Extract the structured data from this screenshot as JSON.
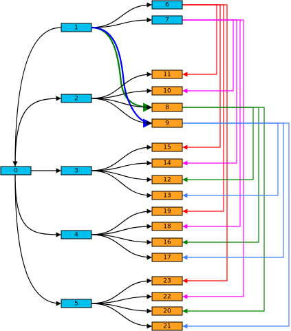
{
  "colors": {
    "background": "#ffffff",
    "node_blue": "#00c0f0",
    "node_orange": "#ffa020",
    "node_border": "#000000",
    "edge_black": "#000000",
    "edge_red": "#ff0000",
    "edge_magenta": "#ff00ff",
    "edge_green": "#008000",
    "edge_blue": "#0000ff",
    "edge_lightblue": "#4080ff"
  },
  "nodes": [
    {
      "id": "0",
      "label": "0",
      "fill": "#00c0f0"
    },
    {
      "id": "1",
      "label": "1",
      "fill": "#00c0f0"
    },
    {
      "id": "2",
      "label": "2",
      "fill": "#00c0f0"
    },
    {
      "id": "3",
      "label": "3",
      "fill": "#00c0f0"
    },
    {
      "id": "4",
      "label": "4",
      "fill": "#00c0f0"
    },
    {
      "id": "5",
      "label": "5",
      "fill": "#00c0f0"
    },
    {
      "id": "6",
      "label": "6",
      "fill": "#00c0f0"
    },
    {
      "id": "7",
      "label": "7",
      "fill": "#00c0f0"
    },
    {
      "id": "8",
      "label": "8",
      "fill": "#ffa020"
    },
    {
      "id": "9",
      "label": "9",
      "fill": "#ffa020"
    },
    {
      "id": "10",
      "label": "10",
      "fill": "#ffa020"
    },
    {
      "id": "11",
      "label": "11",
      "fill": "#ffa020"
    },
    {
      "id": "12",
      "label": "12",
      "fill": "#ffa020"
    },
    {
      "id": "13",
      "label": "13",
      "fill": "#ffa020"
    },
    {
      "id": "14",
      "label": "14",
      "fill": "#ffa020"
    },
    {
      "id": "15",
      "label": "15",
      "fill": "#ffa020"
    },
    {
      "id": "16",
      "label": "16",
      "fill": "#ffa020"
    },
    {
      "id": "17",
      "label": "17",
      "fill": "#ffa020"
    },
    {
      "id": "18",
      "label": "18",
      "fill": "#ffa020"
    },
    {
      "id": "19",
      "label": "19",
      "fill": "#ffa020"
    },
    {
      "id": "20",
      "label": "20",
      "fill": "#ffa020"
    },
    {
      "id": "21",
      "label": "21",
      "fill": "#ffa020"
    },
    {
      "id": "22",
      "label": "22",
      "fill": "#ffa020"
    },
    {
      "id": "23",
      "label": "23",
      "fill": "#ffa020"
    }
  ],
  "edges": [
    {
      "from": "1",
      "to": "0",
      "color": "#000000"
    },
    {
      "from": "0",
      "to": "2",
      "color": "#000000"
    },
    {
      "from": "0",
      "to": "3",
      "color": "#000000"
    },
    {
      "from": "0",
      "to": "4",
      "color": "#000000"
    },
    {
      "from": "0",
      "to": "5",
      "color": "#000000"
    },
    {
      "from": "1",
      "to": "6",
      "color": "#000000"
    },
    {
      "from": "1",
      "to": "7",
      "color": "#000000"
    },
    {
      "from": "1",
      "to": "8",
      "color": "#008000"
    },
    {
      "from": "1",
      "to": "9",
      "color": "#0000ff"
    },
    {
      "from": "2",
      "to": "11",
      "color": "#000000"
    },
    {
      "from": "2",
      "to": "10",
      "color": "#000000"
    },
    {
      "from": "2",
      "to": "8",
      "color": "#000000"
    },
    {
      "from": "2",
      "to": "9",
      "color": "#000000"
    },
    {
      "from": "3",
      "to": "15",
      "color": "#000000"
    },
    {
      "from": "3",
      "to": "14",
      "color": "#000000"
    },
    {
      "from": "3",
      "to": "12",
      "color": "#000000"
    },
    {
      "from": "3",
      "to": "13",
      "color": "#000000"
    },
    {
      "from": "4",
      "to": "19",
      "color": "#000000"
    },
    {
      "from": "4",
      "to": "18",
      "color": "#000000"
    },
    {
      "from": "4",
      "to": "16",
      "color": "#000000"
    },
    {
      "from": "4",
      "to": "17",
      "color": "#000000"
    },
    {
      "from": "5",
      "to": "23",
      "color": "#000000"
    },
    {
      "from": "5",
      "to": "22",
      "color": "#000000"
    },
    {
      "from": "5",
      "to": "20",
      "color": "#000000"
    },
    {
      "from": "5",
      "to": "21",
      "color": "#000000"
    },
    {
      "from": "6",
      "to": "11",
      "color": "#ff0000"
    },
    {
      "from": "6",
      "to": "15",
      "color": "#ff0000"
    },
    {
      "from": "6",
      "to": "19",
      "color": "#ff0000"
    },
    {
      "from": "6",
      "to": "23",
      "color": "#ff0000"
    },
    {
      "from": "7",
      "to": "10",
      "color": "#ff00ff"
    },
    {
      "from": "7",
      "to": "14",
      "color": "#ff00ff"
    },
    {
      "from": "7",
      "to": "18",
      "color": "#ff00ff"
    },
    {
      "from": "7",
      "to": "22",
      "color": "#ff00ff"
    },
    {
      "from": "8",
      "to": "12",
      "color": "#008000"
    },
    {
      "from": "8",
      "to": "16",
      "color": "#008000"
    },
    {
      "from": "8",
      "to": "20",
      "color": "#008000"
    },
    {
      "from": "9",
      "to": "13",
      "color": "#4080ff"
    },
    {
      "from": "9",
      "to": "17",
      "color": "#4080ff"
    },
    {
      "from": "9",
      "to": "21",
      "color": "#4080ff"
    }
  ]
}
